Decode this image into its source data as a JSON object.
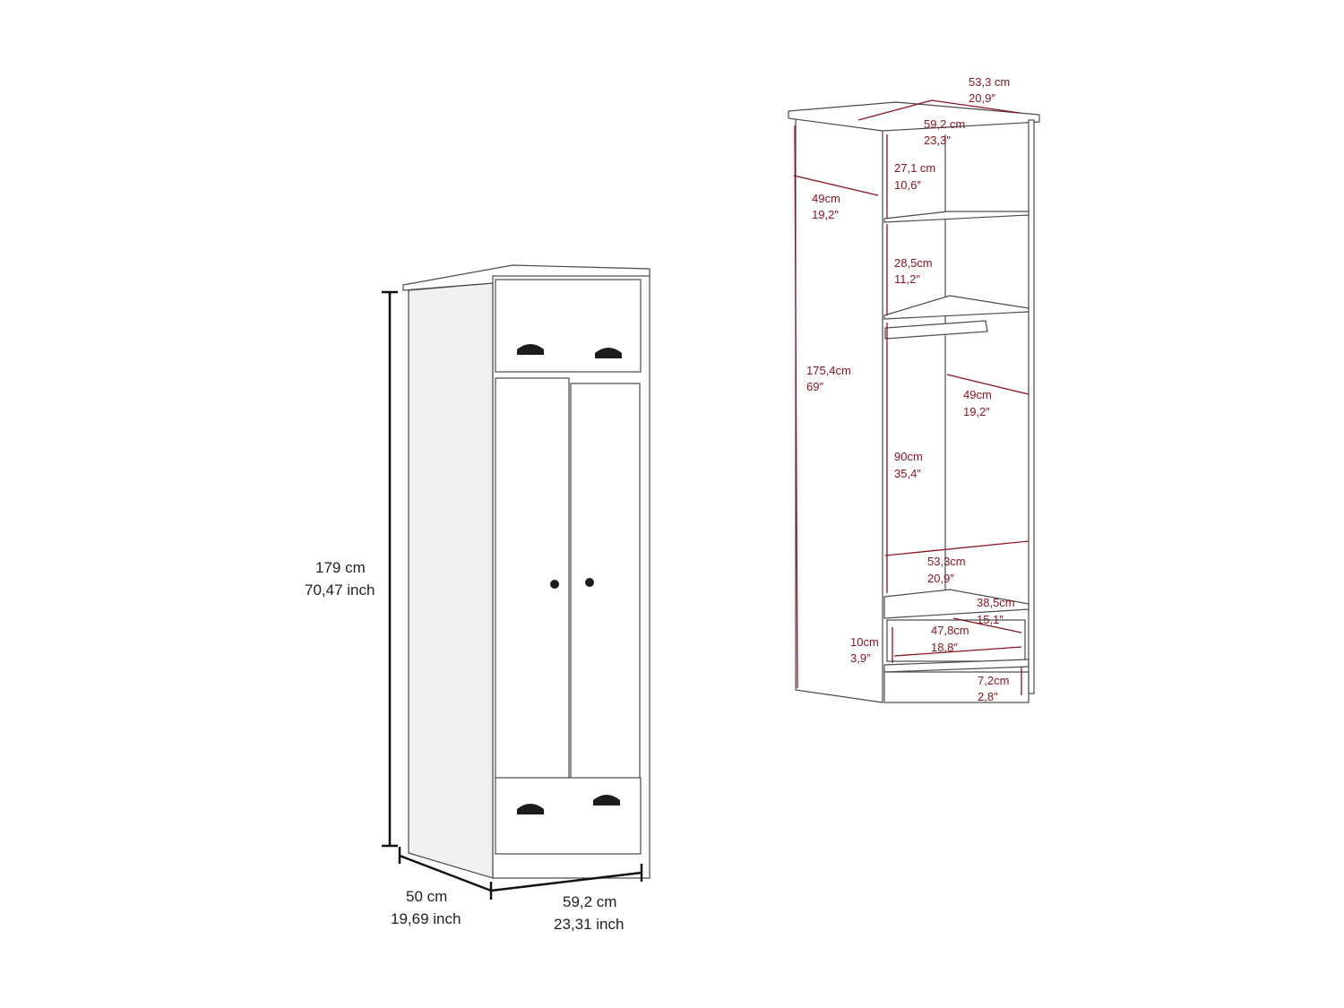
{
  "colors": {
    "dimension_red": "#8e1420",
    "outline": "#4a4a4a",
    "panel_fill": "#ffffff",
    "shadow_side": "#f1f1f1",
    "handle": "#1c1c1c"
  },
  "front_view": {
    "height_cm": "179 cm",
    "height_inch": "70,47 inch",
    "depth_cm": "50 cm",
    "depth_inch": "19,69 inch",
    "width_cm": "59,2 cm",
    "width_inch": "23,31 inch"
  },
  "inner_view": {
    "top_depth_cm": "53,3 cm",
    "top_depth_in": "20,9″",
    "top_width_cm": "59,2 cm",
    "top_width_in": "23,3″",
    "shelf1_h_cm": "27,1 cm",
    "shelf1_h_in": "10,6″",
    "side_depth_cm": "49cm",
    "side_depth_in": "19,2″",
    "shelf2_h_cm": "28,5cm",
    "shelf2_h_in": "11,2″",
    "total_h_cm": "175,4cm",
    "total_h_in": "69″",
    "inner_depth_cm": "49cm",
    "inner_depth_in": "19,2″",
    "hang_h_cm": "90cm",
    "hang_h_in": "35,4″",
    "inner_w_cm": "53,3cm",
    "inner_w_in": "20,9″",
    "drawer_d_cm": "38,5cm",
    "drawer_d_in": "15,1″",
    "drawer_w_cm": "47,8cm",
    "drawer_w_in": "18,8″",
    "drawer_h_cm": "10cm",
    "drawer_h_in": "3,9″",
    "base_h_cm": "7,2cm",
    "base_h_in": "2,8″"
  }
}
